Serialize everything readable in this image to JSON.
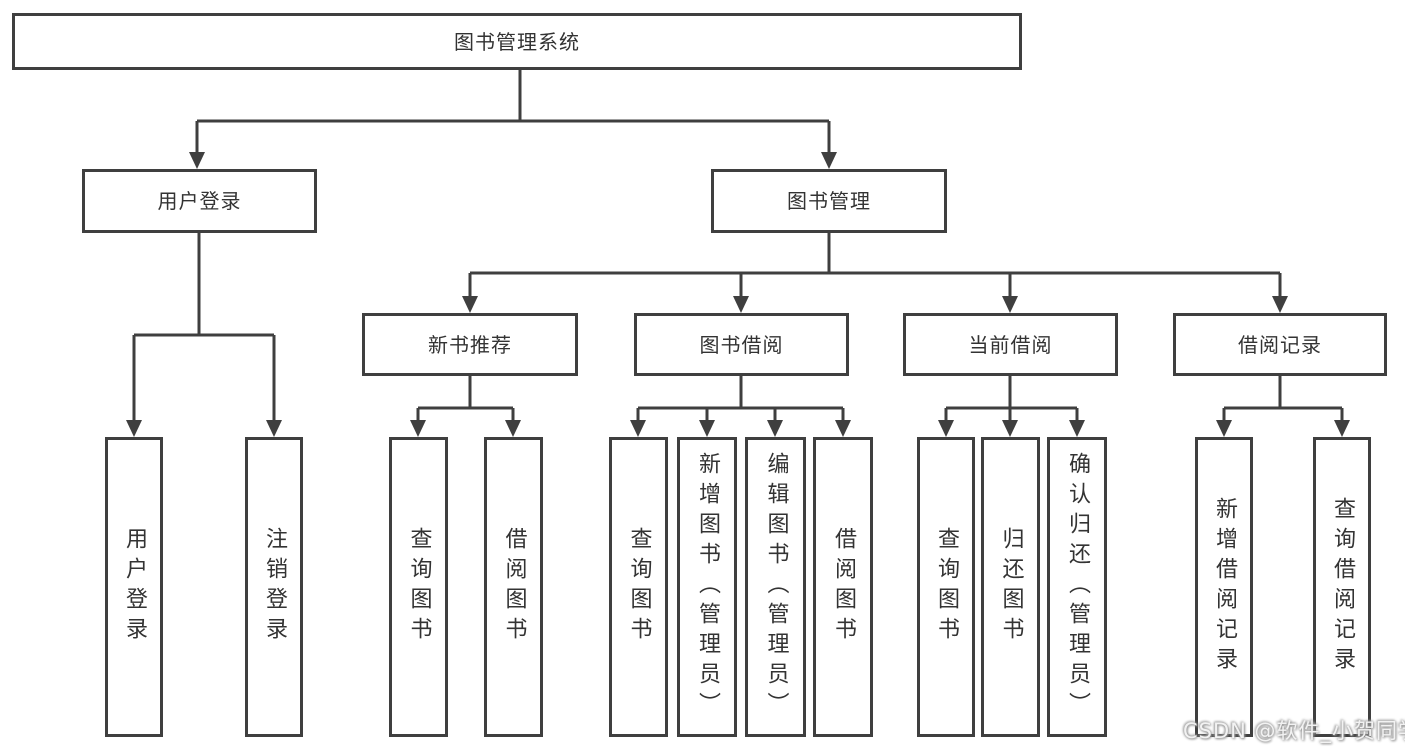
{
  "diagram": {
    "type": "tree",
    "tree": {
      "label": "图书管理系统",
      "children": [
        {
          "label": "用户登录",
          "children": [
            {
              "label": "用户登录"
            },
            {
              "label": "注销登录"
            }
          ]
        },
        {
          "label": "图书管理",
          "children": [
            {
              "label": "新书推荐",
              "children": [
                {
                  "label": "查询图书"
                },
                {
                  "label": "借阅图书"
                }
              ]
            },
            {
              "label": "图书借阅",
              "children": [
                {
                  "label": "查询图书"
                },
                {
                  "label": "新增图书（管理员）"
                },
                {
                  "label": "编辑图书（管理员）"
                },
                {
                  "label": "借阅图书"
                }
              ]
            },
            {
              "label": "当前借阅",
              "children": [
                {
                  "label": "查询图书"
                },
                {
                  "label": "归还图书"
                },
                {
                  "label": "确认归还（管理员）"
                }
              ]
            },
            {
              "label": "借阅记录",
              "children": [
                {
                  "label": "新增借阅记录"
                },
                {
                  "label": "查询借阅记录"
                }
              ]
            }
          ]
        }
      ]
    },
    "colors": {
      "line": "#3f3f3f",
      "text": "#333333",
      "background": "#ffffff",
      "watermark_text": "#f2f2f2"
    }
  },
  "watermark": {
    "text": "CSDN @软件_小贺同学"
  }
}
